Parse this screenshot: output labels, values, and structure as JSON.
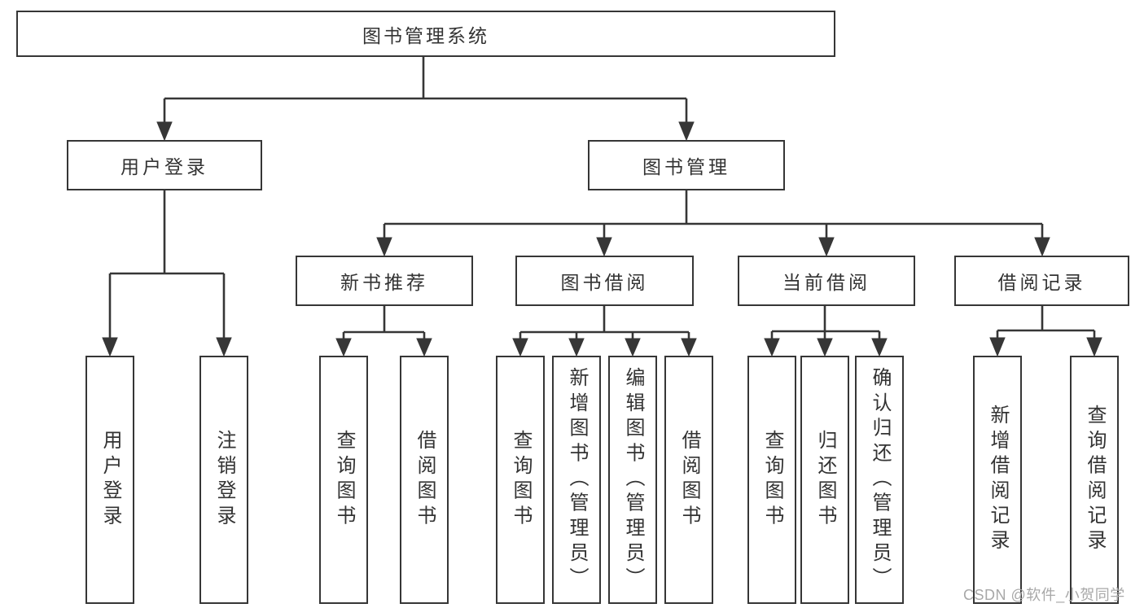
{
  "diagram": {
    "title": "图书管理系统",
    "level2": [
      {
        "id": "user-login",
        "label": "用户登录"
      },
      {
        "id": "book-management",
        "label": "图书管理"
      }
    ],
    "level3": [
      {
        "id": "new-book-recommend",
        "label": "新书推荐",
        "parent": "图书管理"
      },
      {
        "id": "book-borrow",
        "label": "图书借阅",
        "parent": "图书管理"
      },
      {
        "id": "current-borrow",
        "label": "当前借阅",
        "parent": "图书管理"
      },
      {
        "id": "borrow-records",
        "label": "借阅记录",
        "parent": "图书管理"
      }
    ],
    "leaves": [
      {
        "label": "用户登录",
        "parent": "用户登录"
      },
      {
        "label": "注销登录",
        "parent": "用户登录"
      },
      {
        "label": "查询图书",
        "parent": "新书推荐"
      },
      {
        "label": "借阅图书",
        "parent": "新书推荐"
      },
      {
        "label": "查询图书",
        "parent": "图书借阅"
      },
      {
        "label": "新增图书（管理员）",
        "parent": "图书借阅"
      },
      {
        "label": "编辑图书（管理员）",
        "parent": "图书借阅"
      },
      {
        "label": "借阅图书",
        "parent": "图书借阅"
      },
      {
        "label": "查询图书",
        "parent": "当前借阅"
      },
      {
        "label": "归还图书",
        "parent": "当前借阅"
      },
      {
        "label": "确认归还（管理员）",
        "parent": "当前借阅"
      },
      {
        "label": "新增借阅记录",
        "parent": "借阅记录"
      },
      {
        "label": "查询借阅记录",
        "parent": "借阅记录"
      }
    ],
    "watermark": "CSDN @软件_小贺同学",
    "colors": {
      "line": "#363636",
      "text": "#333333",
      "background": "#ffffff",
      "watermark": "#a8a8a8"
    }
  }
}
